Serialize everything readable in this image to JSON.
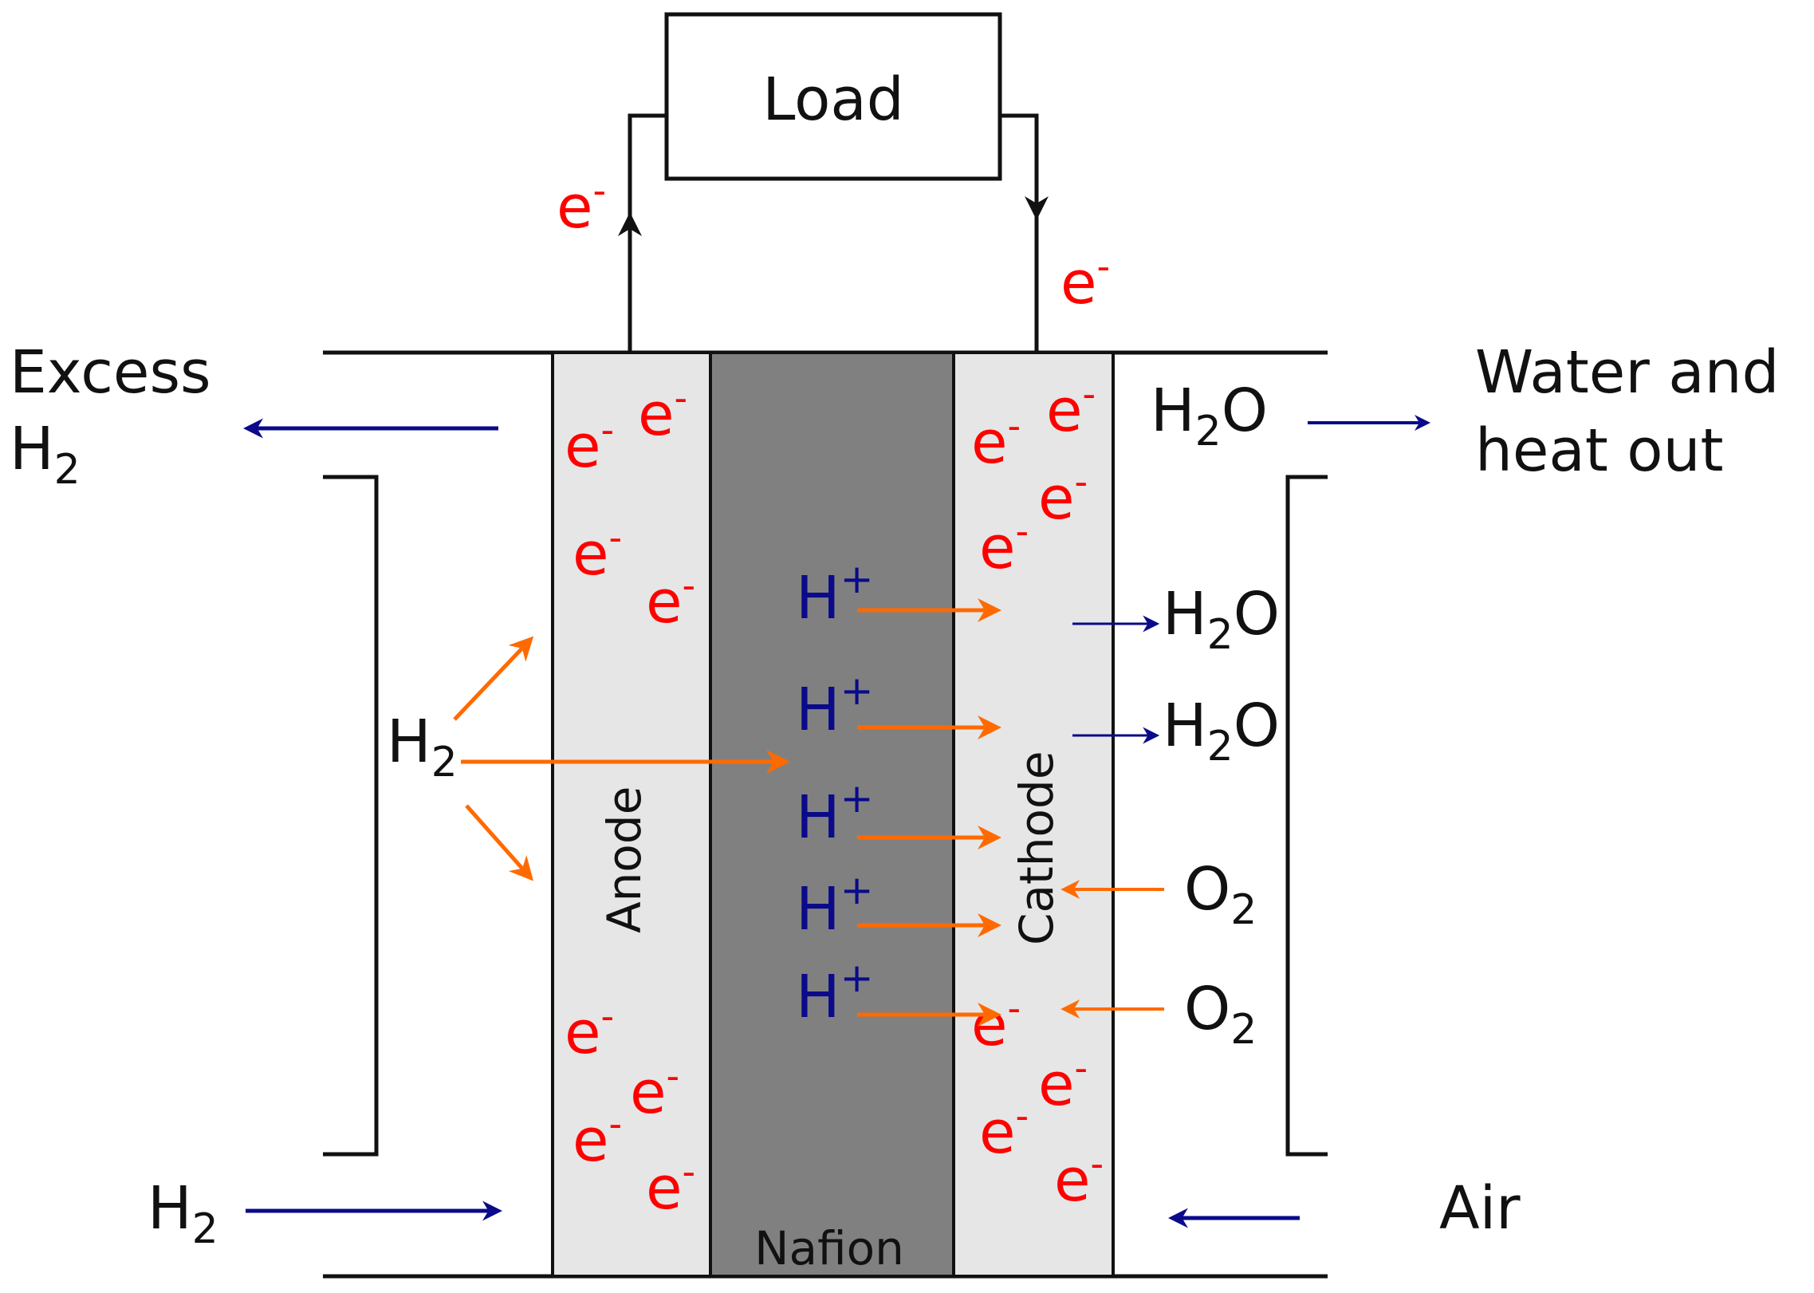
{
  "colors": {
    "electron": "#ff0000",
    "proton": "#0a0a8a",
    "reaction_arrow": "#ff6a00",
    "flow_arrow": "#0a0a8a",
    "electrode_fill": "#e6e6e6",
    "membrane_fill": "#808080",
    "wire": "#111111"
  },
  "load": {
    "label": "Load"
  },
  "electron": {
    "base": "e",
    "sup": "-"
  },
  "proton": {
    "base": "H",
    "sup": "+"
  },
  "layers": {
    "anode": "Anode",
    "membrane": "Nafion",
    "cathode": "Cathode"
  },
  "labels": {
    "excess_h2_line1": "Excess",
    "h2_base": "H",
    "h2_sub": "2",
    "o2_base": "O",
    "o2_sub": "2",
    "h2o_pre": "H",
    "h2o_sub": "2",
    "h2o_post": "O",
    "water_heat_line1": "Water and",
    "water_heat_line2": "heat out",
    "air": "Air"
  }
}
